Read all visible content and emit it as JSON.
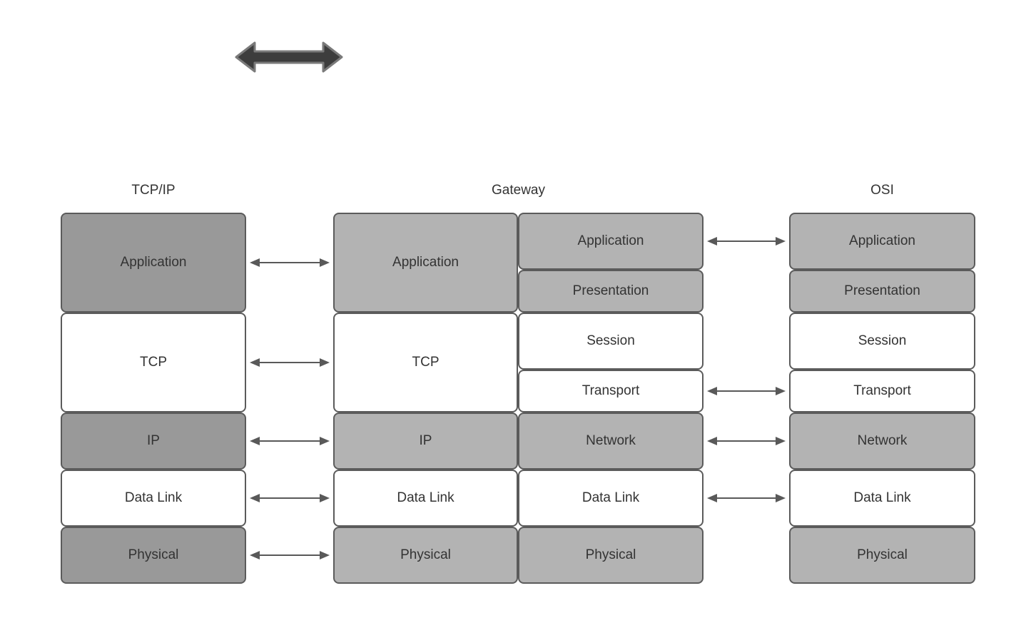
{
  "diagram": {
    "title_area": {},
    "colors": {
      "background": "#ffffff",
      "dark_gray_fill": "#999999",
      "light_gray_fill": "#b3b3b3",
      "white_fill": "#ffffff",
      "box_border": "#5b5b5b",
      "thin_arrow": "#595959",
      "thick_arrow_fill": "#3d3d3d",
      "thick_arrow_stroke": "#7a7a7a",
      "text": "#333333"
    },
    "headers": [
      {
        "id": "tcpip",
        "label": "TCP/IP"
      },
      {
        "id": "gateway",
        "label": "Gateway"
      },
      {
        "id": "osi",
        "label": "OSI"
      }
    ],
    "columns": {
      "tcpip": {
        "rows": [
          {
            "label": "Application",
            "fill": "dark"
          },
          {
            "label": "TCP",
            "fill": "white"
          },
          {
            "label": "IP",
            "fill": "dark"
          },
          {
            "label": "Data Link",
            "fill": "white"
          },
          {
            "label": "Physical",
            "fill": "dark"
          }
        ]
      },
      "gateway_left": {
        "rows": [
          {
            "label": "Application",
            "fill": "light"
          },
          {
            "label": "TCP",
            "fill": "white"
          },
          {
            "label": "IP",
            "fill": "light"
          },
          {
            "label": "Data Link",
            "fill": "white"
          },
          {
            "label": "Physical",
            "fill": "light"
          }
        ]
      },
      "gateway_right": {
        "rows": [
          {
            "label": "Application",
            "fill": "light"
          },
          {
            "label": "Presentation",
            "fill": "light"
          },
          {
            "label": "Session",
            "fill": "white"
          },
          {
            "label": "Transport",
            "fill": "white"
          },
          {
            "label": "Network",
            "fill": "light"
          },
          {
            "label": "Data Link",
            "fill": "white"
          },
          {
            "label": "Physical",
            "fill": "light"
          }
        ]
      },
      "osi": {
        "rows": [
          {
            "label": "Application",
            "fill": "light"
          },
          {
            "label": "Presentation",
            "fill": "light"
          },
          {
            "label": "Session",
            "fill": "white"
          },
          {
            "label": "Transport",
            "fill": "white"
          },
          {
            "label": "Network",
            "fill": "light"
          },
          {
            "label": "Data Link",
            "fill": "white"
          },
          {
            "label": "Physical",
            "fill": "light"
          }
        ]
      }
    },
    "links": {
      "tcpip_gateway": [
        "Application",
        "TCP",
        "IP",
        "Data Link",
        "Physical"
      ],
      "gateway_osi": [
        "Application",
        "Transport",
        "Network",
        "Data Link"
      ]
    }
  }
}
